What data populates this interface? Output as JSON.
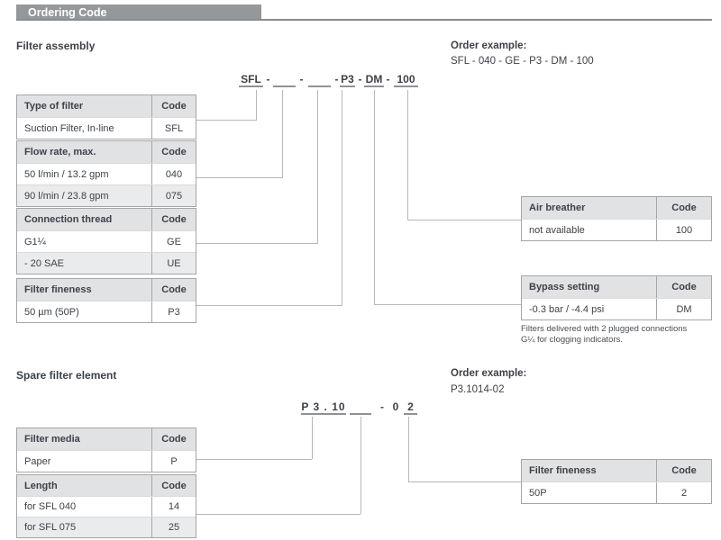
{
  "header": {
    "title": "Ordering Code"
  },
  "colors": {
    "title_bar": "#95989a",
    "table_header_bg": "#e1e2e4",
    "alt_row_bg": "#eaebec",
    "text": "#3d4248",
    "connector": "#b5b8ba"
  },
  "filter_assembly": {
    "title": "Filter assembly",
    "order_example": {
      "label": "Order example:",
      "value": "SFL - 040 - GE - P3 - DM - 100"
    },
    "code": {
      "sfl": "SFL",
      "dash": "-",
      "p3": "P3",
      "dm": "DM",
      "v100": "100"
    },
    "tables": {
      "type_of_filter": {
        "header": [
          "Type of filter",
          "Code"
        ],
        "rows": [
          [
            "Suction Filter, In-line",
            "SFL"
          ]
        ]
      },
      "flow_rate": {
        "header": [
          "Flow rate, max.",
          "Code"
        ],
        "rows": [
          [
            "50 l/min / 13.2 gpm",
            "040"
          ],
          [
            "90 l/min / 23.8 gpm",
            "075"
          ]
        ]
      },
      "connection_thread": {
        "header": [
          "Connection thread",
          "Code"
        ],
        "rows": [
          [
            "G1¼",
            "GE"
          ],
          [
            "- 20 SAE",
            "UE"
          ]
        ]
      },
      "filter_fineness": {
        "header": [
          "Filter fineness",
          "Code"
        ],
        "rows": [
          [
            "50 µm (50P)",
            "P3"
          ]
        ]
      },
      "air_breather": {
        "header": [
          "Air breather",
          "Code"
        ],
        "rows": [
          [
            "not available",
            "100"
          ]
        ]
      },
      "bypass_setting": {
        "header": [
          "Bypass setting",
          "Code"
        ],
        "rows": [
          [
            "-0.3 bar / -4.4 psi",
            "DM"
          ]
        ],
        "note": "Filters delivered with 2 plugged connections G¼ for clogging indicators."
      }
    }
  },
  "spare_filter_element": {
    "title": "Spare filter element",
    "order_example": {
      "label": "Order example:",
      "value": "P3.1014-02"
    },
    "code": {
      "p310": "P 3 . 10",
      "dash": "-",
      "zero": "0",
      "two": "2"
    },
    "tables": {
      "filter_media": {
        "header": [
          "Filter media",
          "Code"
        ],
        "rows": [
          [
            "Paper",
            "P"
          ]
        ]
      },
      "length": {
        "header": [
          "Length",
          "Code"
        ],
        "rows": [
          [
            "for SFL 040",
            "14"
          ],
          [
            "for SFL 075",
            "25"
          ]
        ]
      },
      "filter_fineness": {
        "header": [
          "Filter fineness",
          "Code"
        ],
        "rows": [
          [
            "50P",
            "2"
          ]
        ]
      }
    }
  }
}
